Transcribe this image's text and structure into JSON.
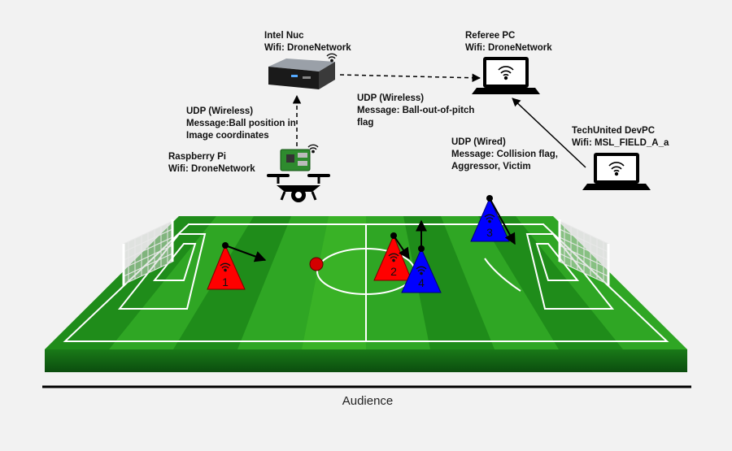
{
  "labels": {
    "intel_nuc": {
      "title": "Intel Nuc",
      "wifi": "Wifi: DroneNetwork"
    },
    "referee_pc": {
      "title": "Referee PC",
      "wifi": "Wifi: DroneNetwork"
    },
    "raspberry_pi": {
      "title": "Raspberry Pi",
      "wifi": "Wifi: DroneNetwork"
    },
    "devpc": {
      "title": "TechUnited DevPC",
      "wifi": "Wifi: MSL_FIELD_A_a"
    },
    "udp_pi_nuc": {
      "line1": "UDP (Wireless)",
      "line2": "Message:Ball position in",
      "line3": "Image coordinates"
    },
    "udp_nuc_ref": {
      "line1": "UDP (Wireless)",
      "line2": "Message: Ball-out-of-pitch",
      "line3": "flag"
    },
    "udp_dev_ref": {
      "line1": "UDP (Wired)",
      "line2": "Message: Collision flag,",
      "line3": "Aggressor, Victim"
    },
    "audience": "Audience"
  },
  "robots": [
    {
      "num": "1",
      "team": "red"
    },
    {
      "num": "2",
      "team": "red"
    },
    {
      "num": "3",
      "team": "blue"
    },
    {
      "num": "4",
      "team": "blue"
    }
  ],
  "colors": {
    "red_team": "#ff0000",
    "blue_team": "#0000ff",
    "ball": "#d40000",
    "field_light": "#3fbf2a",
    "field_dark": "#1f8c1a",
    "field_edge": "#0a5a10",
    "background": "#f2f2f2"
  },
  "icons": [
    "wifi-icon",
    "intel-nuc-icon",
    "laptop-icon",
    "drone-icon",
    "raspberry-pi-icon",
    "goal-icon"
  ]
}
